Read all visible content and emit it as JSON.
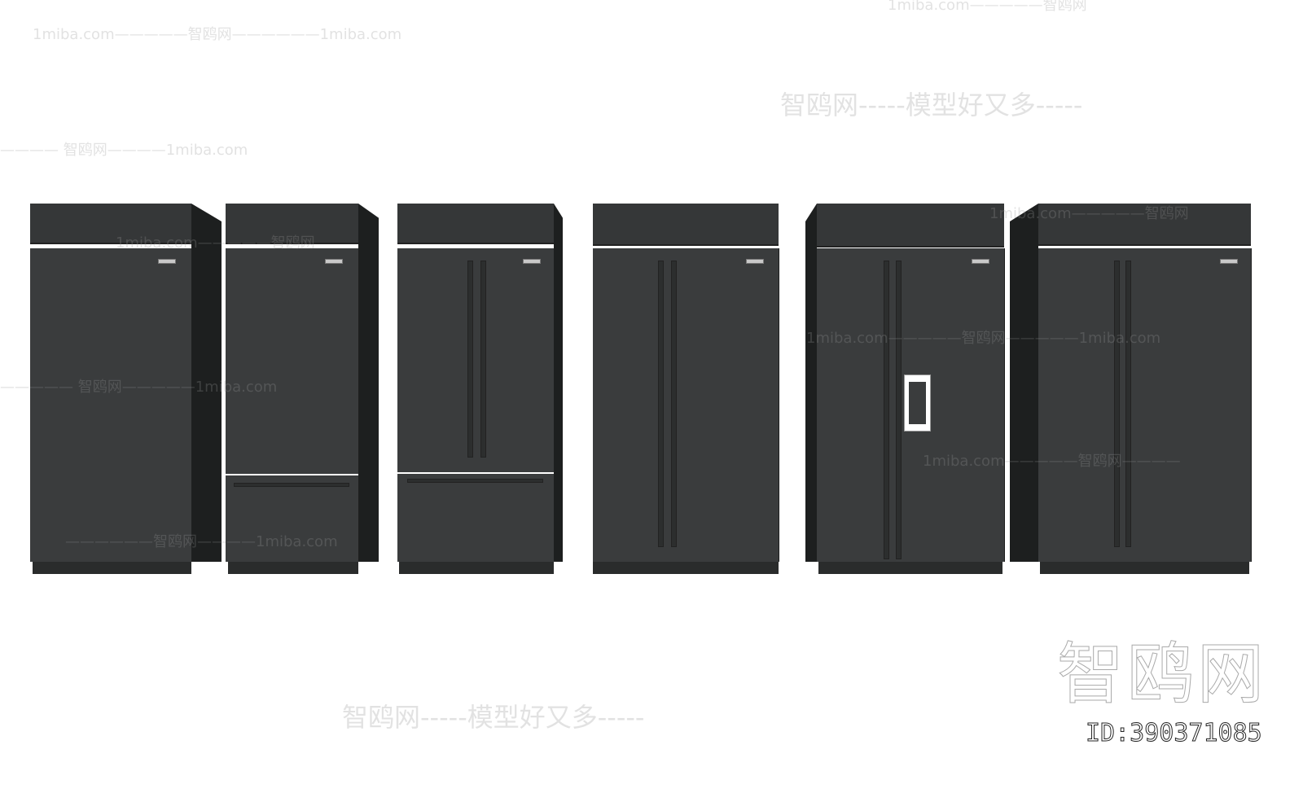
{
  "watermarks": {
    "site": "1miba.com",
    "brand": "智鸥网",
    "slogan": "智鸥网-----模型好又多-----",
    "line1": "1miba.com—————智鸥网——————1miba.com",
    "line2": "———— 智鸥网————1miba.com",
    "line3": "1miba.com—————智鸥网",
    "line4": "————— 智鸥网—————1miba.com",
    "line5": "1miba.com—————智鸥网—————1miba.com",
    "line6": "——————智鸥网————1miba.com",
    "line7": "1miba.com—————智鸥网————"
  },
  "logo": {
    "text": "智鸥网",
    "id_label": "ID:390371085"
  },
  "colors": {
    "fridge_body": "#3a3c3d",
    "fridge_side": "#1d1f1f",
    "background": "#ffffff"
  },
  "fridges": [
    "single-door",
    "bottom-freezer",
    "french-door",
    "side-by-side",
    "side-by-side-dispenser",
    "side-by-side"
  ]
}
